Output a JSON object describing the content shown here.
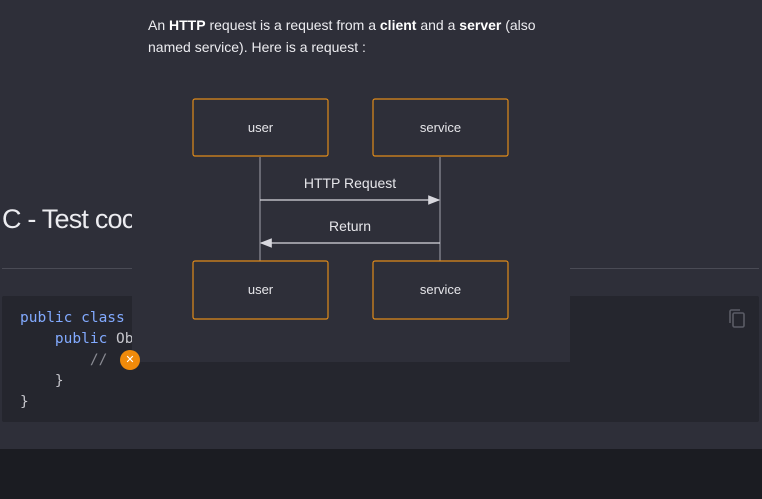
{
  "section": {
    "title": "C - Test coc"
  },
  "code": {
    "lines": [
      {
        "kw": "public class",
        "rest": ""
      },
      {
        "kw": "    public",
        "rest": " Ob"
      },
      {
        "kw": "",
        "rest": "        //",
        "comment": true
      },
      {
        "kw": "",
        "rest": "    }"
      },
      {
        "kw": "",
        "rest": "}"
      }
    ]
  },
  "popup": {
    "text_parts": {
      "p1": "An ",
      "b1": "HTTP",
      "p2": " request is a request from a ",
      "b2": "client",
      "p3": " and a ",
      "b3": "server",
      "p4": " (also named service). Here is a request :"
    },
    "diagram": {
      "top_left_box": "user",
      "top_right_box": "service",
      "bottom_left_box": "user",
      "bottom_right_box": "service",
      "message_1": "HTTP Request",
      "message_2": "Return"
    }
  },
  "icons": {
    "copy": "copy-icon",
    "close": "close-icon"
  },
  "colors": {
    "background": "#2e2f39",
    "code_background": "#25262e",
    "accent_orange": "#f08a0a",
    "keyword_blue": "#82aaff"
  }
}
